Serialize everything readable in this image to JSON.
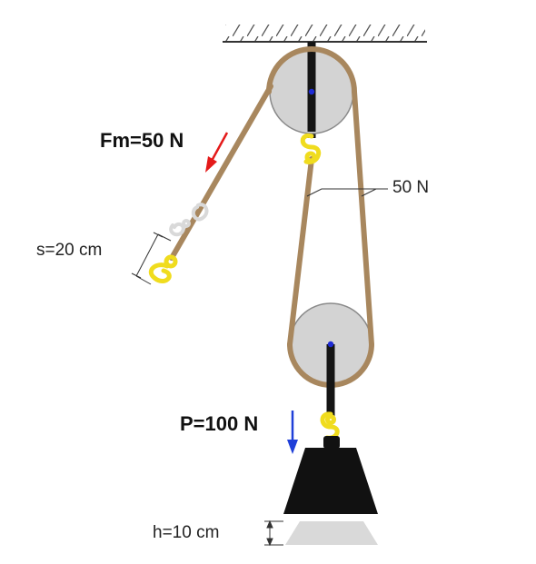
{
  "labels": {
    "pull_force": "Fm=50 N",
    "rope_tension": "50 N",
    "pull_distance": "s=20 cm",
    "load": "P=100 N",
    "lift_height": "h=10 cm"
  },
  "colors": {
    "rope": "#a8875e",
    "pulley": "#d3d3d3",
    "hook": "#f0dc1e",
    "axle": "#1a1a1a",
    "weight": "#111111",
    "ghost": "#d9d9d9",
    "force_arrow": "#e41a1a",
    "load_arrow": "#1f3fd8",
    "axle_pin": "#1e2bd6"
  }
}
